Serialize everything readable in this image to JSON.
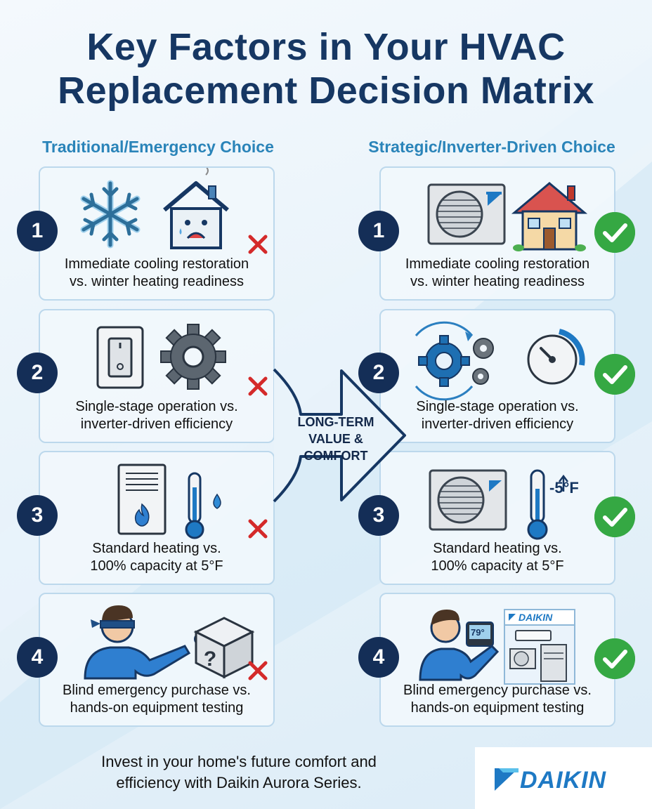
{
  "title": {
    "line1": "Key Factors in Your HVAC",
    "line2": "Replacement Decision Matrix"
  },
  "columns": {
    "left": "Traditional/Emergency Choice",
    "right": "Strategic/Inverter-Driven Choice"
  },
  "rows": [
    {
      "number": "1",
      "left_caption": [
        "Immediate cooling restoration",
        "vs. winter heating readiness"
      ],
      "right_caption": [
        "Immediate cooling restoration",
        "vs. winter heating readiness"
      ],
      "left_icons": [
        "snowflake-icon",
        "sad-house-icon"
      ],
      "right_icons": [
        "daikin-outdoor-unit-icon",
        "happy-house-icon"
      ]
    },
    {
      "number": "2",
      "left_caption": [
        "Single-stage operation vs.",
        "inverter-driven efficiency"
      ],
      "right_caption": [
        "Single-stage operation vs.",
        "inverter-driven efficiency"
      ],
      "left_icons": [
        "light-switch-icon",
        "gear-icon"
      ],
      "right_icons": [
        "variable-gears-icon",
        "gauge-icon"
      ]
    },
    {
      "number": "3",
      "left_caption": [
        "Standard heating vs.",
        "100% capacity at 5°F"
      ],
      "right_caption": [
        "Standard heating vs.",
        "100% capacity at 5°F"
      ],
      "left_icons": [
        "furnace-flame-icon",
        "thermometer-droplet-icon"
      ],
      "right_icons": [
        "daikin-outdoor-unit-icon",
        "thermometer-icon"
      ],
      "right_temp_label": "-5°F"
    },
    {
      "number": "4",
      "left_caption": [
        "Blind emergency purchase vs.",
        "hands-on equipment testing"
      ],
      "right_caption": [
        "Blind emergency purchase vs.",
        "hands-on equipment testing"
      ],
      "left_icons": [
        "blindfolded-person-icon",
        "mystery-box-icon"
      ],
      "right_icons": [
        "person-thermostat-icon",
        "daikin-showroom-icon"
      ],
      "thermostat_reading": "79°",
      "showroom_brand": "DAIKIN"
    }
  ],
  "center_arrow": {
    "line1": "LONG-TERM",
    "line2": "VALUE &",
    "line3": "COMFORT"
  },
  "footer": {
    "line1": "Invest in your home's future comfort and",
    "line2": "efficiency with Daikin Aurora Series."
  },
  "logo": {
    "brand": "DAIKIN"
  },
  "colors": {
    "title": "#163763",
    "column_heading": "#2a84b9",
    "badge": "#142e57",
    "check": "#35a843",
    "x_mark": "#d42a2a",
    "brand_blue": "#1e79c4"
  }
}
